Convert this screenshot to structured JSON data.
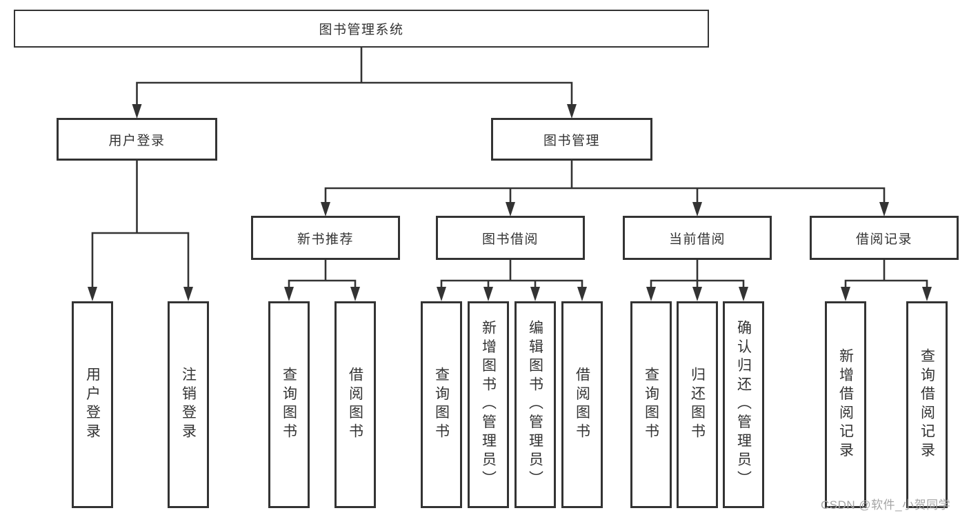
{
  "diagram": {
    "root": {
      "label": "图书管理系统"
    },
    "branches": [
      {
        "label": "用户登录",
        "children": [
          {
            "label": "用户登录"
          },
          {
            "label": "注销登录"
          }
        ]
      },
      {
        "label": "图书管理",
        "children": [
          {
            "label": "新书推荐",
            "children": [
              {
                "label": "查询图书"
              },
              {
                "label": "借阅图书"
              }
            ]
          },
          {
            "label": "图书借阅",
            "children": [
              {
                "label": "查询图书"
              },
              {
                "label": "新增图书（管理员）"
              },
              {
                "label": "编辑图书（管理员）"
              },
              {
                "label": "借阅图书"
              }
            ]
          },
          {
            "label": "当前借阅",
            "children": [
              {
                "label": "查询图书"
              },
              {
                "label": "归还图书"
              },
              {
                "label": "确认归还（管理员）"
              }
            ]
          },
          {
            "label": "借阅记录",
            "children": [
              {
                "label": "新增借阅记录"
              },
              {
                "label": "查询借阅记录"
              }
            ]
          }
        ]
      }
    ]
  },
  "watermark": {
    "text": "CSDN @软件_小贺同学"
  },
  "colors": {
    "line": "#333333",
    "box_background": "#ffffff",
    "page_background": "#ffffff",
    "watermark": "#a5a5a5"
  }
}
